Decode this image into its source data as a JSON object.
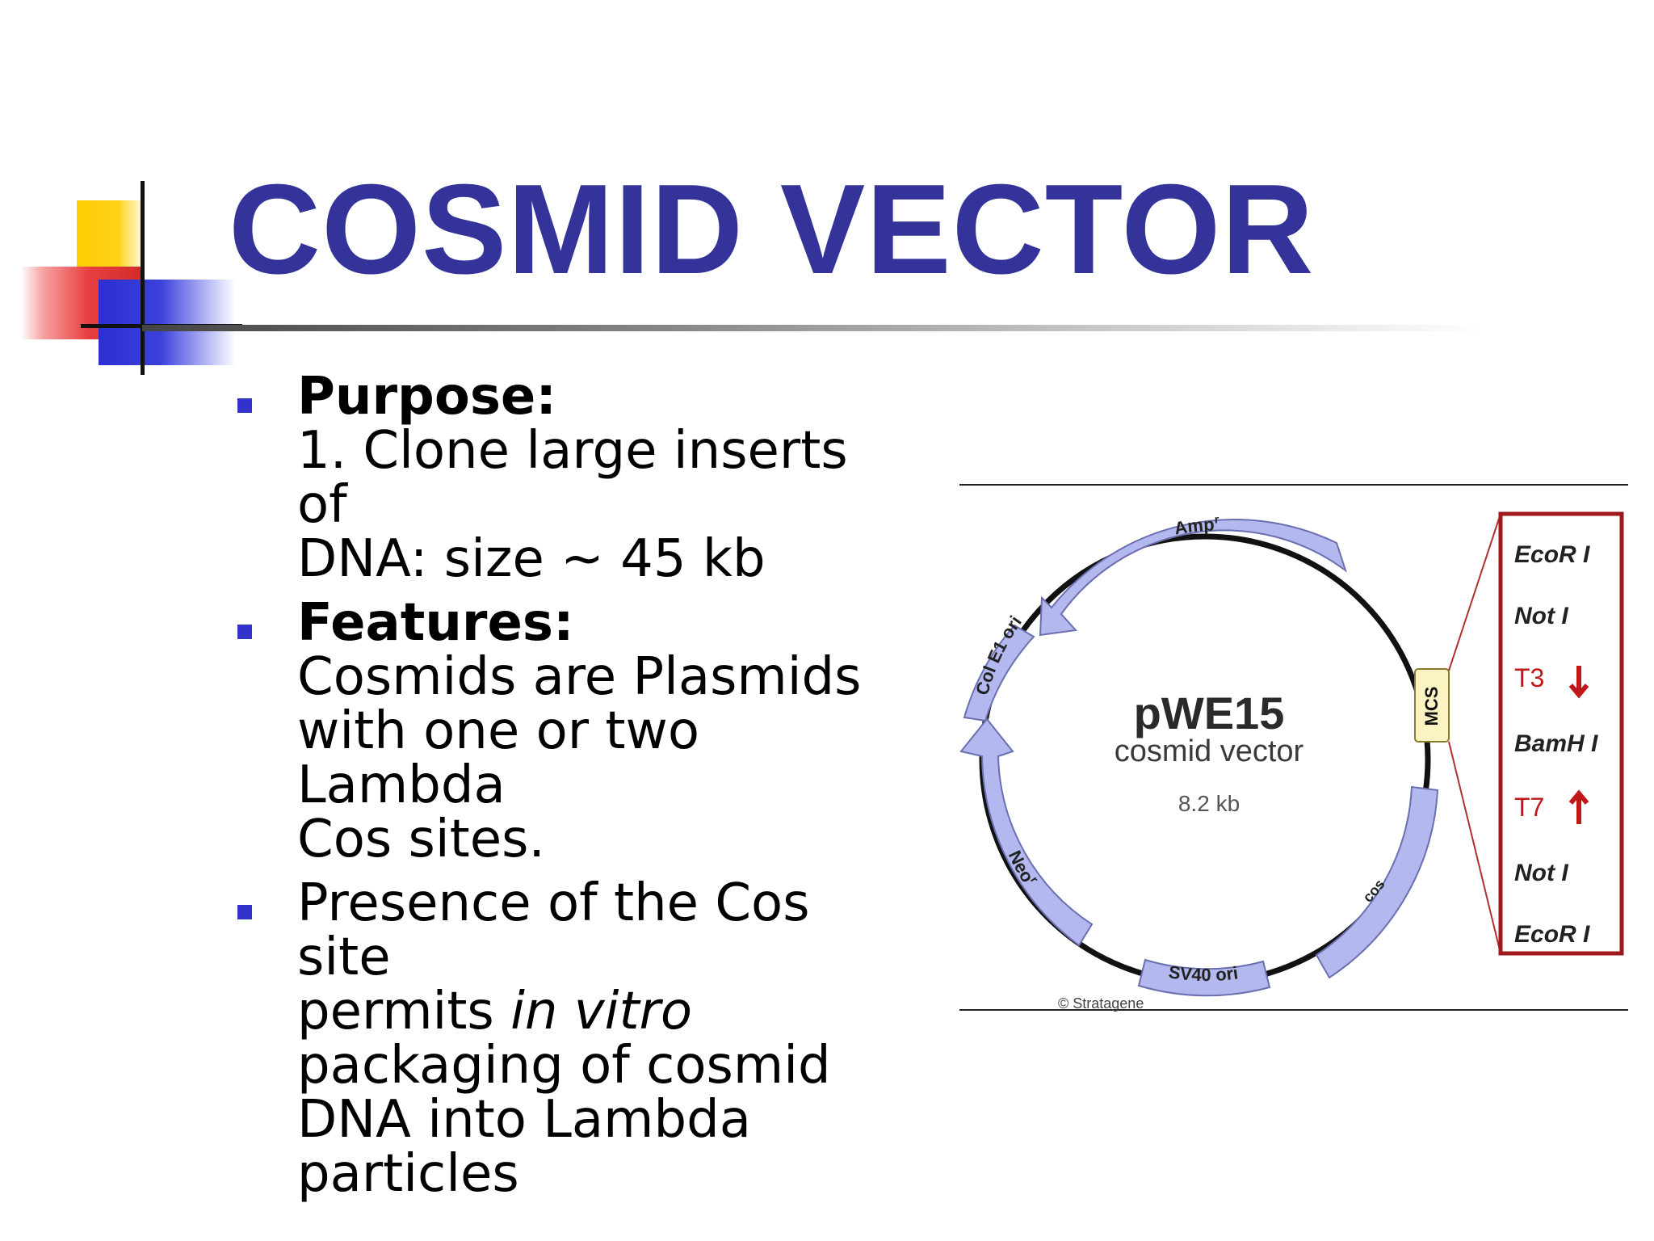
{
  "title": "COSMID VECTOR",
  "bullets": [
    {
      "heading": "Purpose:",
      "lines": [
        "1. Clone large inserts of",
        "DNA: size ~ 45 kb"
      ]
    },
    {
      "heading": "Features:",
      "lines": [
        "Cosmids are Plasmids",
        "with one or two Lambda",
        "Cos sites."
      ]
    },
    {
      "line1": "Presence of the Cos site",
      "line2_pre": "permits ",
      "line2_em": "in vitro",
      "lines": [
        "packaging of cosmid",
        "DNA into Lambda",
        "particles"
      ]
    }
  ],
  "figure": {
    "name": "pWE15",
    "subtitle": "cosmid vector",
    "size": "8.2 kb",
    "segments": {
      "amp": "Amp",
      "amp_sup": "r",
      "colE1": "Col E1 ori",
      "neo": "Neo",
      "neo_sup": "r",
      "sv40": "SV40 ori",
      "cos": "cos",
      "mcs": "MCS"
    },
    "sites": [
      "EcoR I",
      "Not I",
      "T3",
      "BamH I",
      "T7",
      "Not I",
      "EcoR I"
    ],
    "credit": "© Stratagene"
  },
  "colors": {
    "title": "#333399",
    "bullet": "#3333cc",
    "segment": "#b3b8ee",
    "mcs_box": "#9e1a1a"
  }
}
